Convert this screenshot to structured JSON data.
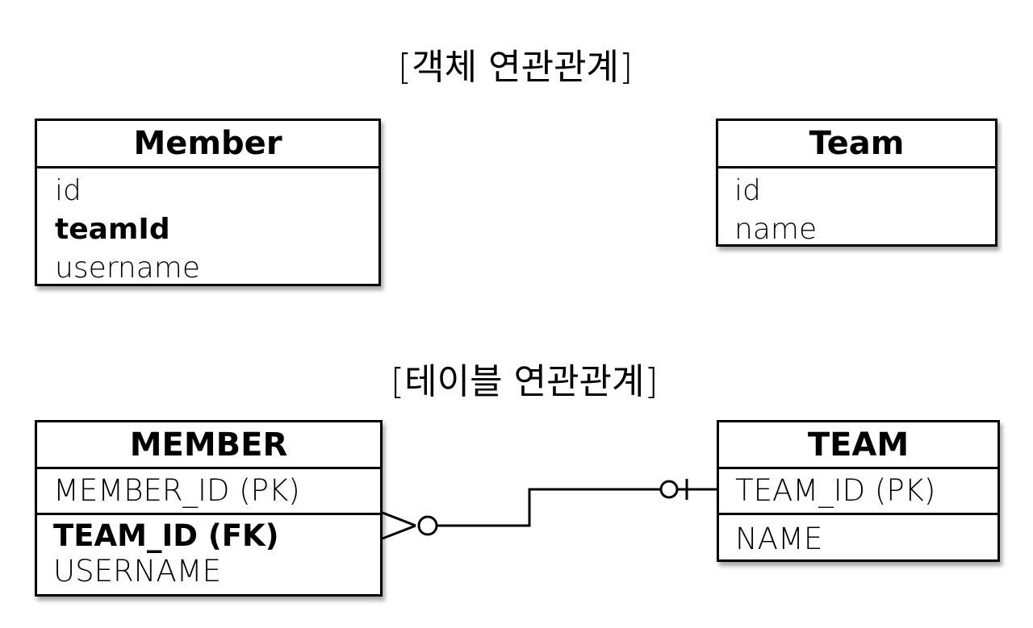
{
  "object_section": {
    "title": "[객체 연관관계]",
    "member": {
      "name": "Member",
      "attributes": [
        "id",
        "teamId",
        "username"
      ]
    },
    "team": {
      "name": "Team",
      "attributes": [
        "id",
        "name"
      ]
    }
  },
  "table_section": {
    "title": "[테이블 연관관계]",
    "member": {
      "name": "MEMBER",
      "attributes": [
        "MEMBER_ID (PK)",
        "TEAM_ID (FK)",
        "USERNAME"
      ]
    },
    "team": {
      "name": "TEAM",
      "attributes": [
        "TEAM_ID (PK)",
        "NAME"
      ]
    },
    "relationship": {
      "member_end": "zero-or-many",
      "team_end": "zero-or-one"
    }
  }
}
